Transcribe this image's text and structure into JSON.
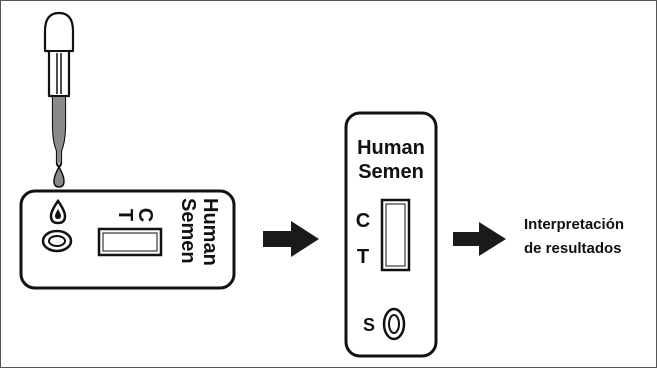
{
  "cassette_left": {
    "brand_line1": "Human",
    "brand_line2": "Semen",
    "control_mark": "C",
    "test_mark": "T"
  },
  "cassette_right": {
    "brand_line1": "Human",
    "brand_line2": "Semen",
    "control_mark": "C",
    "test_mark": "T",
    "sample_mark": "S"
  },
  "result_text": {
    "line1": "Interpretación",
    "line2": "de resultados"
  },
  "colors": {
    "outline": "#111111",
    "liquid": "#8a8a8a",
    "arrow": "#1a1a1a"
  },
  "icons": [
    "dropper-icon",
    "arrow-right-icon",
    "arrow-right-icon"
  ]
}
